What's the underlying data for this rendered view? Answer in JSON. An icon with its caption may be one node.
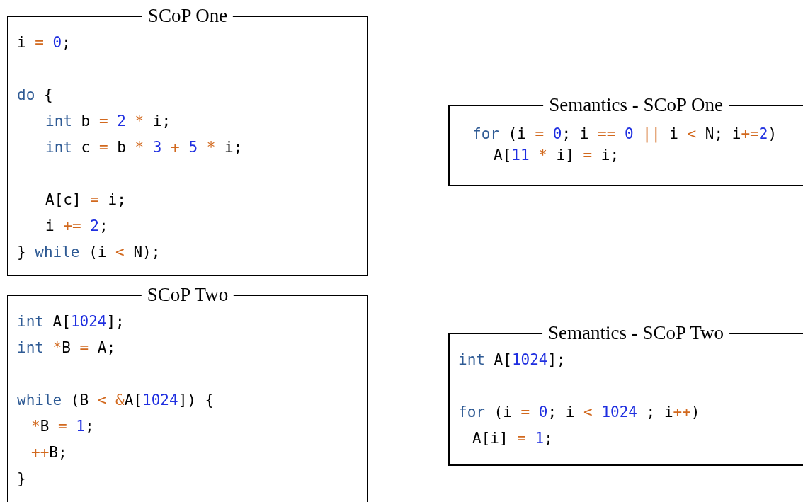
{
  "diagram": {
    "nodes": [
      {
        "text": [
          "SCoP One",
          "i = 0;",
          "do {",
          "int b = 2 * i;",
          "int c = b * 3 + 5 * i;",
          "A[c] = i;",
          "i += 2;",
          "} while (i < N);"
        ]
      },
      {
        "text": [
          "Semantics - SCoP One",
          "for (i = 0; i == 0 || i < N; i+=2)",
          "A[11 * i] = i;"
        ]
      },
      {
        "text": [
          "SCoP Two",
          "int A[1024];",
          "int *B = A;",
          "while (B < &A[1024]) {",
          "*B = 1;",
          "++B;",
          "}"
        ]
      },
      {
        "text": [
          "Semantics - SCoP Two",
          "int A[1024];",
          "for (i = 0; i < 1024 ; i++)",
          "A[i] = 1;"
        ]
      }
    ]
  }
}
